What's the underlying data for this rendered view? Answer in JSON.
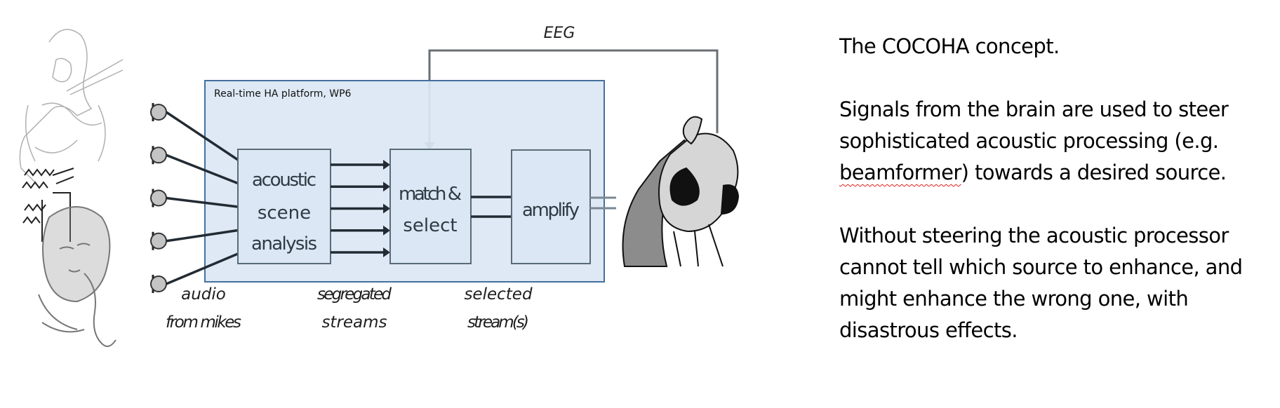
{
  "diagram": {
    "feedback_label": "EEG",
    "platform_label": "Real-time HA platform, WP6",
    "blocks": [
      {
        "id": "acoustic-scene-analysis",
        "lines": [
          "acoustic",
          "scene",
          "analysis"
        ]
      },
      {
        "id": "match-select",
        "lines": [
          "match &",
          "select"
        ]
      },
      {
        "id": "amplify",
        "lines": [
          "amplify"
        ]
      }
    ],
    "stream_labels": [
      {
        "id": "audio-from-mikes",
        "lines": [
          "audio",
          "from mikes"
        ]
      },
      {
        "id": "segregated-streams",
        "lines": [
          "segregated",
          "streams"
        ]
      },
      {
        "id": "selected-streams",
        "lines": [
          "selected",
          "stream(s)"
        ]
      }
    ],
    "microphone_count": 5,
    "segregated_stream_count": 5,
    "selected_stream_count": 2,
    "illustrations": [
      "violinist-sketch",
      "woman-on-phone-sketch",
      "man-listening-sketch"
    ],
    "colors": {
      "platform_fill": "#dbe7f4",
      "platform_border": "#44709f",
      "block_border": "#5a6b78",
      "line": "#222b33",
      "feedback_line": "#6a6f74",
      "mic_fill": "#c4c4c4"
    }
  },
  "caption": {
    "title": "The COCOHA concept.",
    "para1_before": "Signals from the brain are used to steer sophisticated acoustic processing (e.g. ",
    "para1_flagged_word": "beamformer",
    "para1_after": ") towards a desired source.",
    "para2": "Without steering the acoustic processor cannot tell which source to enhance, and might enhance the wrong one, with disastrous effects."
  }
}
